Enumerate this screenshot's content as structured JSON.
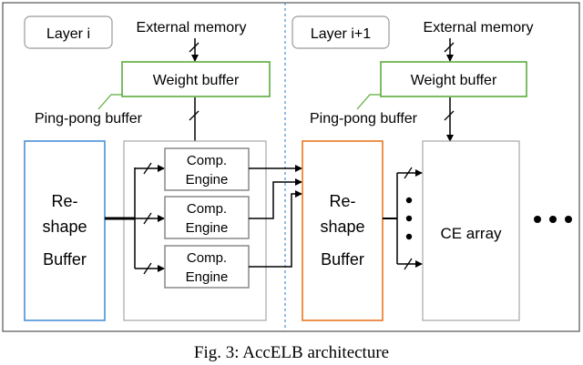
{
  "caption": "Fig. 3: AccELB architecture",
  "layer_i": {
    "label": "Layer i",
    "external_memory": "External memory",
    "weight_buffer": "Weight buffer",
    "ping_pong": "Ping-pong buffer",
    "reshape_line1": "Re-",
    "reshape_line2": "shape",
    "reshape_line3": "Buffer",
    "engines": [
      {
        "line1": "Comp.",
        "line2": "Engine"
      },
      {
        "line1": "Comp.",
        "line2": "Engine"
      },
      {
        "line1": "Comp.",
        "line2": "Engine"
      }
    ]
  },
  "layer_i1": {
    "label": "Layer i+1",
    "external_memory": "External memory",
    "weight_buffer": "Weight buffer",
    "ping_pong": "Ping-pong buffer",
    "reshape_line1": "Re-",
    "reshape_line2": "shape",
    "reshape_line3": "Buffer",
    "ce_array": "CE array"
  },
  "colors": {
    "weight_buffer_border": "#5cab3c",
    "reshape_i_border": "#4a8fd8",
    "reshape_i1_border": "#e87722",
    "divider": "#4a8fd8",
    "gray_border": "#a6a6a6"
  }
}
